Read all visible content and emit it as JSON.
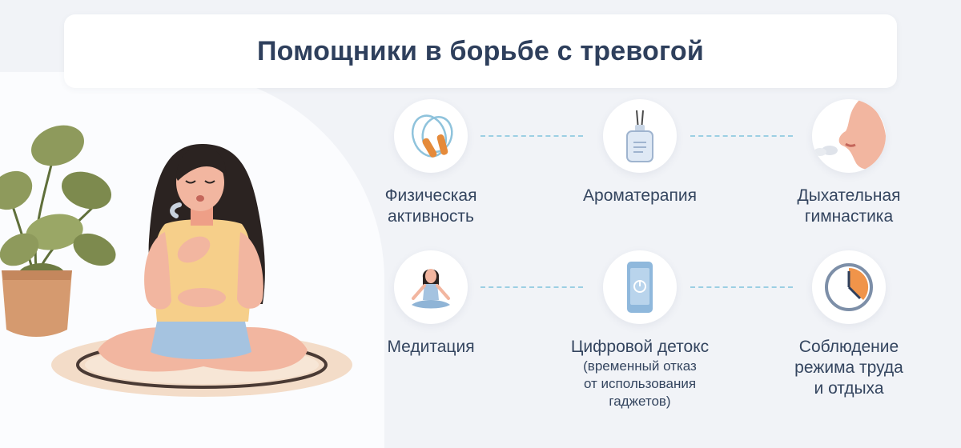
{
  "title": "Помощники в борьбе с тревогой",
  "helpers": [
    {
      "label_line1": "Физическая",
      "label_line2": "активность",
      "icon": "jump-rope-icon"
    },
    {
      "label_line1": "Ароматерапия",
      "icon": "aroma-diffuser-icon"
    },
    {
      "label_line1": "Дыхательная",
      "label_line2": "гимнастика",
      "icon": "breathing-face-icon"
    },
    {
      "label_line1": "Медитация",
      "icon": "meditation-icon"
    },
    {
      "label_line1": "Цифровой детокс",
      "sub_line1": "(временный отказ",
      "sub_line2": "от использования гаджетов)",
      "icon": "smartphone-icon"
    },
    {
      "label_line1": "Соблюдение",
      "label_line2": "режима труда",
      "label_line3": "и отдыха",
      "icon": "clock-icon"
    }
  ],
  "colors": {
    "title": "#2e3f5c",
    "text": "#34455f",
    "connector": "#9ccfe3",
    "background": "#f1f3f7"
  }
}
